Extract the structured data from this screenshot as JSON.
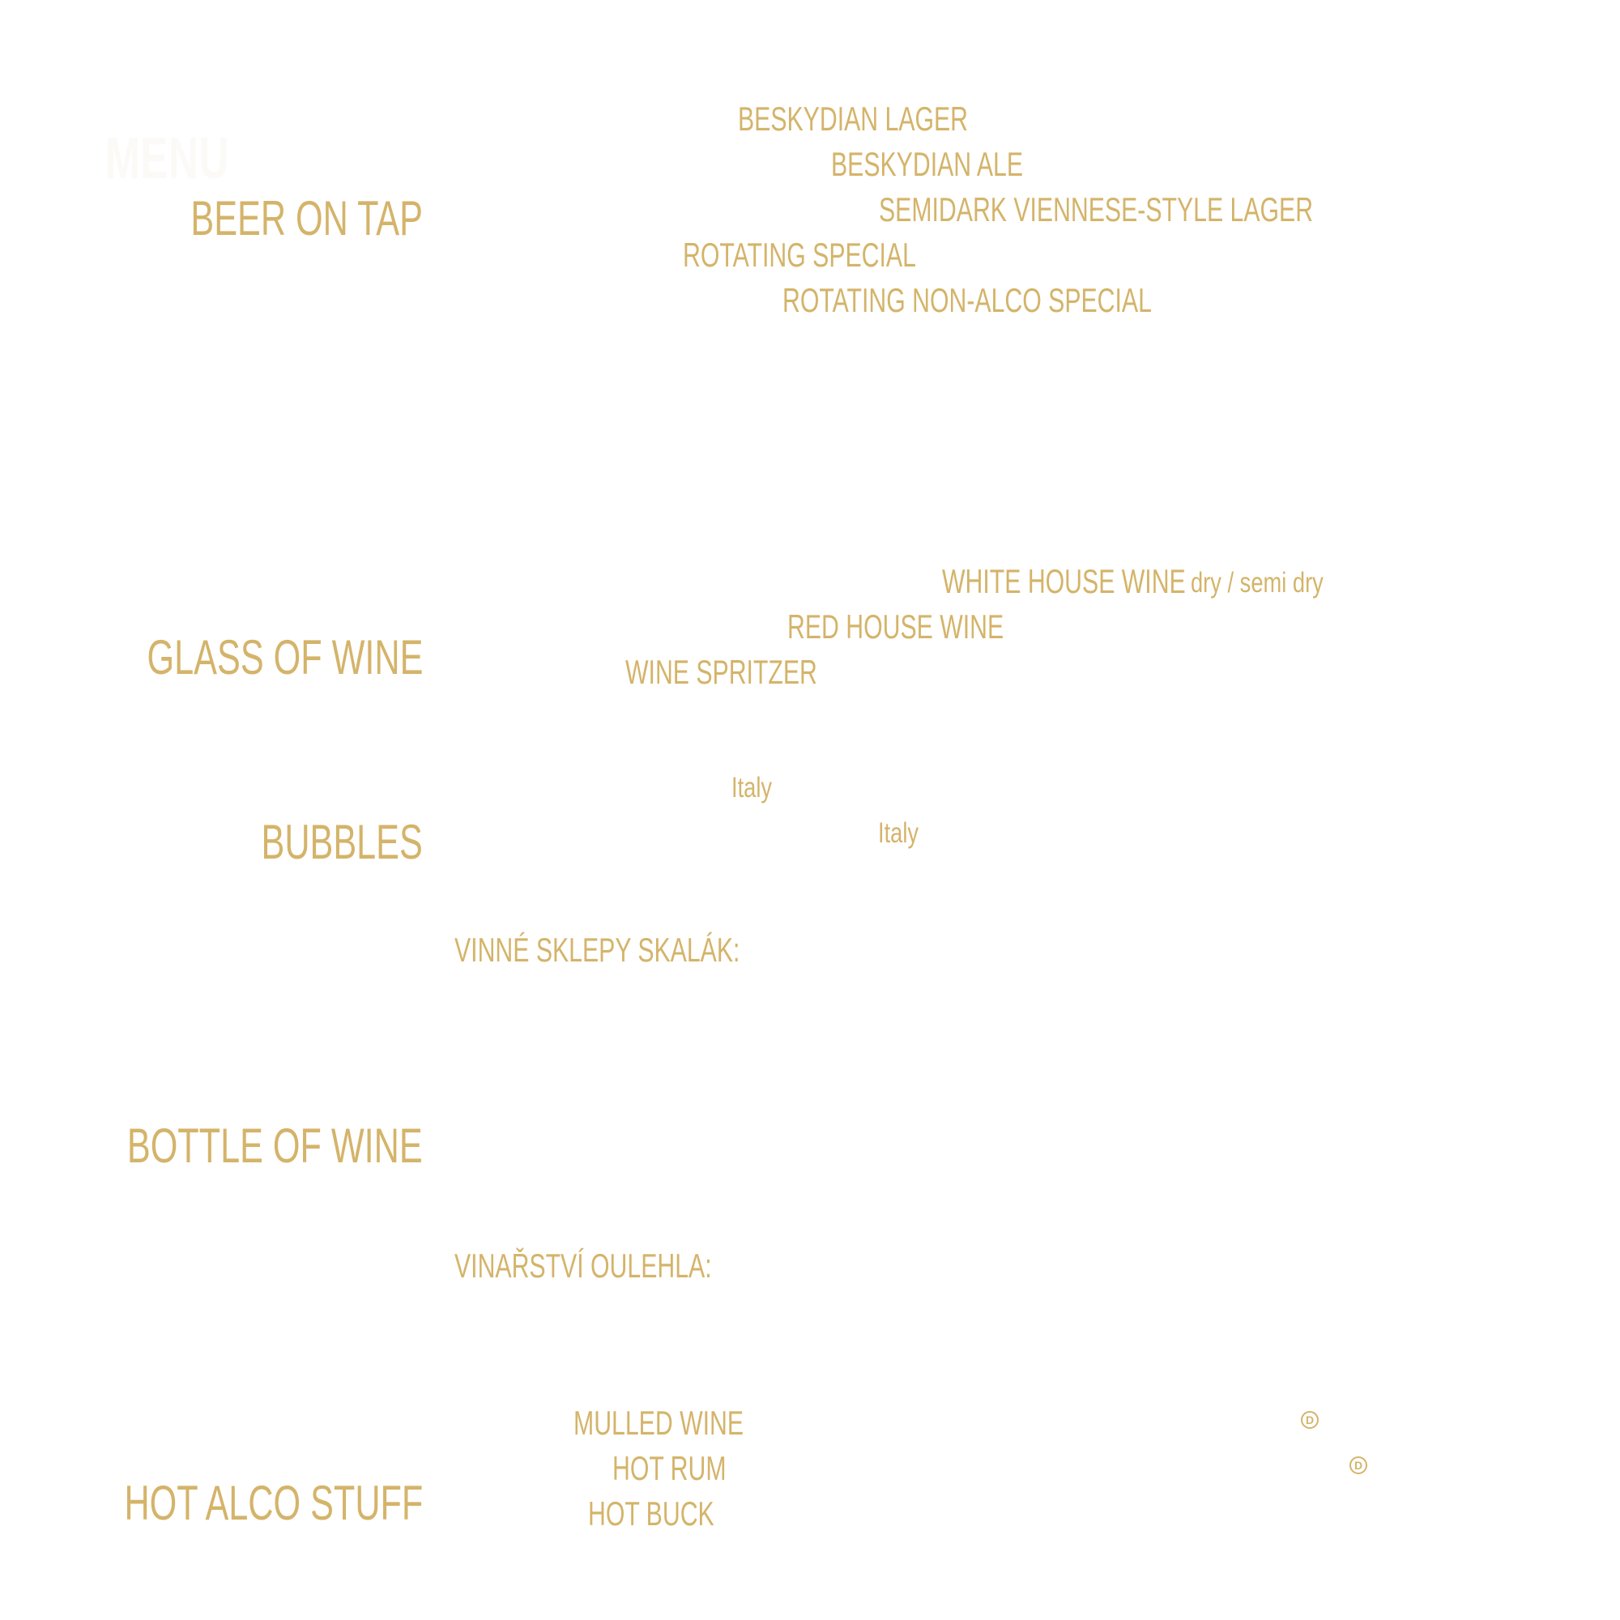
{
  "header": {
    "faded_title": "MENU"
  },
  "sections": {
    "beer": {
      "title": "BEER ON TAP",
      "items": [
        "BESKYDIAN LAGER",
        "BESKYDIAN ALE",
        "SEMIDARK VIENNESE-STYLE LAGER",
        "ROTATING SPECIAL",
        "ROTATING NON-ALCO SPECIAL"
      ]
    },
    "glass": {
      "title": "GLASS OF WINE",
      "items": [
        "WHITE HOUSE WINE",
        "RED HOUSE WINE",
        "WINE SPRITZER"
      ],
      "white_note": "dry / semi dry"
    },
    "bubbles": {
      "title": "BUBBLES",
      "notes": [
        "Italy",
        "Italy"
      ]
    },
    "bottle": {
      "title": "BOTTLE OF WINE",
      "producers": [
        "VINNÉ SKLEPY SKALÁK:",
        "VINAŘSTVÍ OULEHLA:"
      ]
    },
    "hot": {
      "title": "HOT ALCO STUFF",
      "items": [
        "MULLED WINE",
        "HOT RUM",
        "HOT BUCK"
      ],
      "icon_letter": "D"
    }
  },
  "colors": {
    "accent": "#d4b46a",
    "background": "#ffffff"
  },
  "icons": [
    "d-circle-icon"
  ]
}
